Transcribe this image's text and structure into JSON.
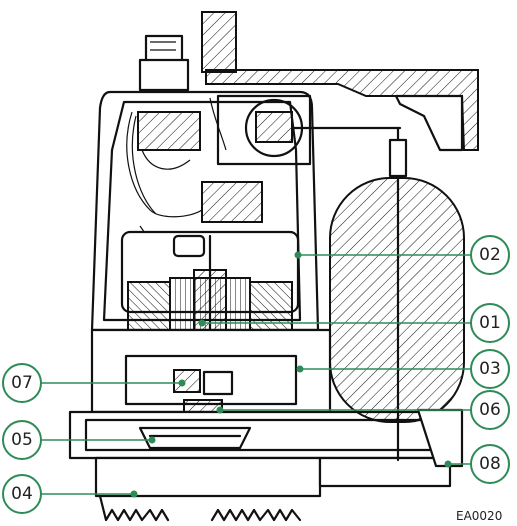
{
  "callouts": [
    {
      "id": "01",
      "label": "01"
    },
    {
      "id": "02",
      "label": "02"
    },
    {
      "id": "03",
      "label": "03"
    },
    {
      "id": "04",
      "label": "04"
    },
    {
      "id": "05",
      "label": "05"
    },
    {
      "id": "06",
      "label": "06"
    },
    {
      "id": "07",
      "label": "07"
    },
    {
      "id": "08",
      "label": "08"
    }
  ],
  "reference_code": "EA0020",
  "colors": {
    "callout_accent": "#2e8b57",
    "line_art": "#111111",
    "background": "#ffffff"
  }
}
